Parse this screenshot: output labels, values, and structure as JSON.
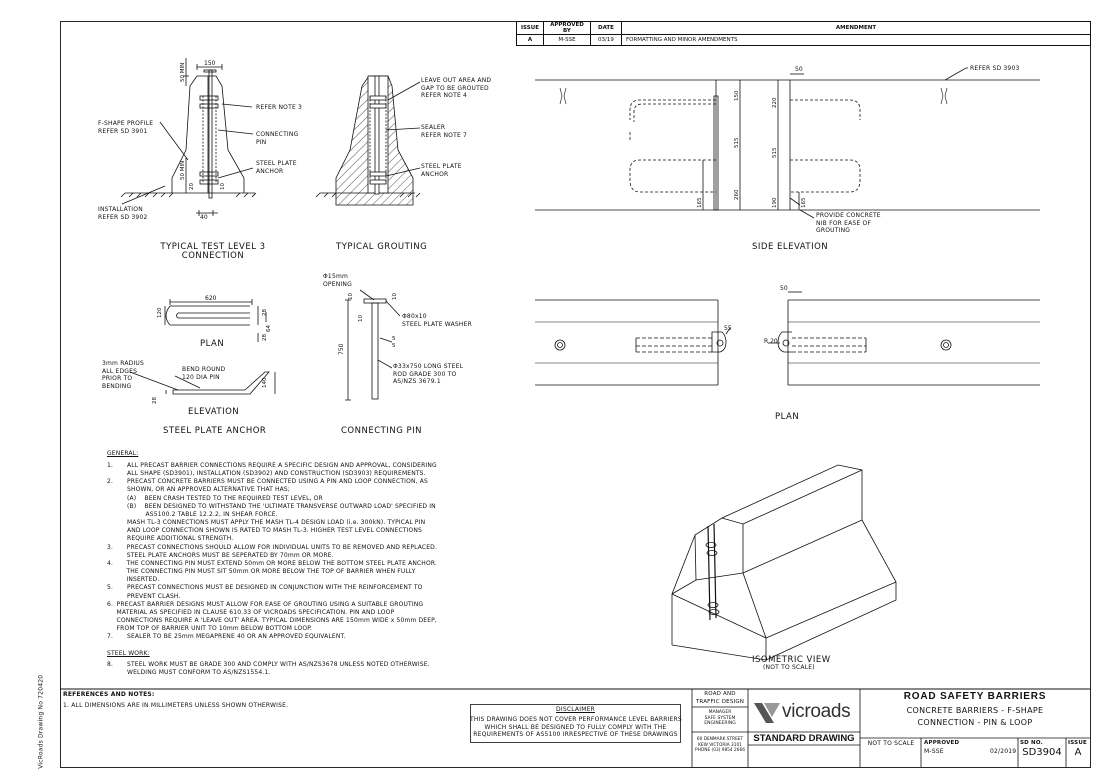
{
  "revision_table": {
    "headers": {
      "issue": "ISSUE",
      "approved_by": "APPROVED BY",
      "date": "DATE",
      "amendment": "AMENDMENT"
    },
    "rows": [
      {
        "issue": "A",
        "approved_by": "M-SSE",
        "date": "03/19",
        "amendment": "FORMATTING AND MINOR AMENDMENTS"
      }
    ]
  },
  "side_label": "VicRoads Drawing No 720420",
  "details": {
    "tl3": {
      "title_line1": "TYPICAL TEST LEVEL 3",
      "title_line2": "CONNECTION",
      "dims": {
        "d150": "150",
        "d50min_top": "50 MIN",
        "d50min_bot": "50 MIN",
        "d20": "20",
        "d10": "10",
        "d40": "40"
      },
      "labels": {
        "refer_note3": "REFER NOTE 3",
        "connecting_pin": "CONNECTING\nPIN",
        "steel_plate_anchor": "STEEL PLATE\nANCHOR",
        "fshape": "F-SHAPE PROFILE\nREFER SD 3901",
        "installation": "INSTALLATION\nREFER SD 3902"
      }
    },
    "grouting": {
      "title": "TYPICAL GROUTING",
      "labels": {
        "leave_out": "LEAVE OUT AREA AND\nGAP TO BE GROUTED\nREFER NOTE 4",
        "sealer": "SEALER\nREFER NOTE 7",
        "steel_plate_anchor": "STEEL PLATE\nANCHOR"
      }
    },
    "side_elevation": {
      "title": "SIDE ELEVATION",
      "dims": {
        "d150": "150",
        "d515a": "515",
        "d260": "260",
        "d165a": "165",
        "d220": "220",
        "d515b": "515",
        "d190": "190",
        "d165b": "165",
        "d50": "50"
      },
      "labels": {
        "refer_sd3903": "REFER SD 3903",
        "provide_nib": "PROVIDE CONCRETE\nNIB FOR EASE OF\nGROUTING"
      }
    },
    "plan_right": {
      "title": "PLAN",
      "dims": {
        "d55": "55",
        "d50": "50",
        "r20": "R 20"
      }
    },
    "steel_plate_anchor": {
      "title": "STEEL PLATE ANCHOR",
      "plan_title": "PLAN",
      "elev_title": "ELEVATION",
      "dims": {
        "d620": "620",
        "d120": "120",
        "d28a": "28",
        "d64": "64",
        "d28b": "28",
        "d28c": "28",
        "d140": "140"
      },
      "labels": {
        "radius": "3mm RADIUS\nALL EDGES\nPRIOR TO\nBENDING",
        "bend": "BEND ROUND\n120 DIA PIN"
      }
    },
    "connecting_pin": {
      "title": "CONNECTING PIN",
      "dims": {
        "d750": "750",
        "d10a": "10",
        "d10b": "10",
        "d10c": "10",
        "d5a": "5",
        "d5b": "5"
      },
      "labels": {
        "opening": "Φ15mm\nOPENING",
        "washer": "Φ80x10\nSTEEL PLATE WASHER",
        "rod": "Φ33x750 LONG STEEL\nROD GRADE 300 TO\nAS/NZS 3679.1"
      }
    },
    "isometric": {
      "title": "ISOMETRIC VIEW",
      "subtitle": "(NOT TO SCALE)"
    }
  },
  "notes": {
    "general_heading": "GENERAL:",
    "general": [
      {
        "num": "1.",
        "text": "ALL PRECAST BARRIER CONNECTIONS REQUIRE A SPECIFIC DESIGN AND APPROVAL, CONSIDERING\nALL SHAPE (SD3901), INSTALLATION (SD3902) AND CONSTRUCTION (SD3903) REQUIREMENTS."
      },
      {
        "num": "2.",
        "text": "PRECAST CONCRETE BARRIERS MUST BE CONNECTED USING A PIN AND LOOP CONNECTION, AS\nSHOWN, OR AN APPROVED ALTERNATIVE THAT HAS;\n(A)    BEEN CRASH TESTED TO THE REQUIRED TEST LEVEL, OR\n(B)    BEEN DESIGNED TO WITHSTAND THE 'ULTIMATE TRANSVERSE OUTWARD LOAD' SPECIFIED IN\n         AS5100.2 TABLE 12.2.2, IN SHEAR FORCE.\nMASH TL-3 CONNECTIONS MUST APPLY THE MASH TL-4 DESIGN LOAD (i.e. 300kN). TYPICAL PIN\nAND LOOP CONNECTION SHOWN IS RATED TO MASH TL-3. HIGHER TEST LEVEL CONNECTIONS\nREQUIRE ADDITIONAL STRENGTH."
      },
      {
        "num": "3.",
        "text": "PRECAST CONNECTIONS SHOULD ALLOW FOR INDIVIDUAL UNITS TO BE REMOVED AND REPLACED.\nSTEEL PLATE ANCHORS MUST BE SEPERATED BY 70mm OR MORE."
      },
      {
        "num": "4.",
        "text": "THE CONNECTING PIN MUST EXTEND 50mm OR MORE BELOW THE BOTTOM STEEL PLATE ANCHOR.\nTHE CONNECTING PIN MUST SIT 50mm OR MORE BELOW THE TOP OF BARRIER WHEN FULLY\nINSERTED."
      },
      {
        "num": "5.",
        "text": "PRECAST CONNECTIONS MUST BE DESIGNED IN CONJUNCTION WITH THE REINFORCEMENT TO\nPREVENT CLASH."
      },
      {
        "num": "6.",
        "text": "PRECAST BARRIER DESIGNS MUST ALLOW FOR EASE OF GROUTING USING A SUITABLE GROUTING\nMATERIAL AS SPECIFIED IN CLAUSE 610.33 OF VICROADS SPECIFICATION. PIN AND LOOP\nCONNECTIONS REQUIRE A 'LEAVE OUT' AREA. TYPICAL DIMENSIONS ARE 150mm WIDE x 50mm DEEP,\nFROM TOP OF BARRIER UNIT TO 10mm BELOW BOTTOM LOOP."
      },
      {
        "num": "7.",
        "text": "SEALER TO BE 25mm MEGAPRENE 40 OR AN APPROVED EQUIVALENT."
      }
    ],
    "steel_heading": "STEEL WORK:",
    "steel": [
      {
        "num": "8.",
        "text": "STEEL WORK MUST BE GRADE 300 AND COMPLY WITH AS/NZS3678 UNLESS NOTED OTHERWISE.\nWELDING MUST CONFORM TO AS/NZS1554.1."
      }
    ]
  },
  "title_block": {
    "refs_heading": "REFERENCES AND NOTES:",
    "refs_text": "1. ALL DIMENSIONS ARE IN MILLIMETERS UNLESS SHOWN OTHERWISE.",
    "disclaimer_heading": "DISCLAIMER",
    "disclaimer_text": "THIS DRAWING DOES NOT COVER PERFORMANCE LEVEL BARRIERS\nWHICH SHALL BE DESIGNED TO FULLY COMPLY WITH THE\nREQUIREMENTS OF AS5100 IRRESPECTIVE OF THESE DRAWINGS",
    "dept": "ROAD AND\nTRAFFIC DESIGN",
    "manager": "MANAGER\nSAFE SYSTEM\nENGINEERING",
    "address": "60 DENMARK STREET\nKEW VICTORIA 3101\nPHONE (03) 9854 2666",
    "logo_text": "vicroads",
    "standard_drawing": "STANDARD DRAWING",
    "heading": "ROAD SAFETY BARRIERS",
    "subtitle_line1": "CONCRETE BARRIERS - F-SHAPE",
    "subtitle_line2": "CONNECTION - PIN & LOOP",
    "scale": "NOT TO SCALE",
    "approved_label": "APPROVED",
    "approved_by": "M-SSE",
    "approved_date": "02/2019",
    "sd_label": "SD NO.",
    "sd_number": "SD3904",
    "issue_label": "ISSUE",
    "issue": "A"
  }
}
